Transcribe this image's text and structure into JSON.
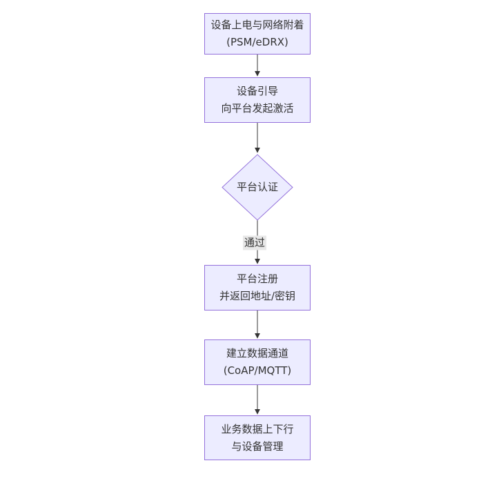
{
  "colors": {
    "background": "#ffffff",
    "node_fill": "#ECECFF",
    "node_border": "#9370DB",
    "arrow": "#333333",
    "text": "#333333",
    "edge_label_bg": "#e8e8e8"
  },
  "nodes": [
    {
      "id": "power-network-attach",
      "shape": "rect",
      "line1": "设备上电与网络附着",
      "line2": "(PSM/eDRX)"
    },
    {
      "id": "device-bootstrap",
      "shape": "rect",
      "line1": "设备引导",
      "line2": "向平台发起激活"
    },
    {
      "id": "platform-auth",
      "shape": "diamond",
      "line1": "平台认证",
      "line2": ""
    },
    {
      "id": "platform-register",
      "shape": "rect",
      "line1": "平台注册",
      "line2": "并返回地址/密钥"
    },
    {
      "id": "data-channel",
      "shape": "rect",
      "line1": "建立数据通道",
      "line2": "(CoAP/MQTT)"
    },
    {
      "id": "business-data",
      "shape": "rect",
      "line1": "业务数据上下行",
      "line2": "与设备管理"
    }
  ],
  "edges": [
    {
      "from": "power-network-attach",
      "to": "device-bootstrap",
      "label": ""
    },
    {
      "from": "device-bootstrap",
      "to": "platform-auth",
      "label": ""
    },
    {
      "from": "platform-auth",
      "to": "platform-register",
      "label": "通过"
    },
    {
      "from": "platform-register",
      "to": "data-channel",
      "label": ""
    },
    {
      "from": "data-channel",
      "to": "business-data",
      "label": ""
    }
  ]
}
